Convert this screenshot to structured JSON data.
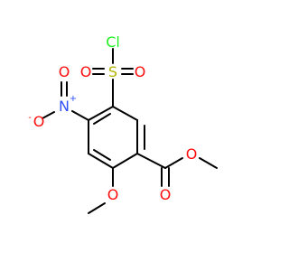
{
  "molecule": {
    "colors": {
      "bond": "#000000",
      "oxygen": "#FF0D0D",
      "sulfur": "#B2B200",
      "chlorine": "#1FF01F",
      "nitrogen": "#3050F8",
      "background": "#FFFFFF"
    },
    "atoms": {
      "cl": "Cl",
      "s": "S",
      "o_sulfonyl_left": "O",
      "o_sulfonyl_right": "O",
      "n_nitro": "N",
      "n_charge": "+",
      "o_nitro_top": "O",
      "o_nitro_anion": "O",
      "o_anion_charge": "-",
      "o_ester_carbonyl": "O",
      "o_ester_ether": "O",
      "o_methoxy": "O"
    }
  }
}
